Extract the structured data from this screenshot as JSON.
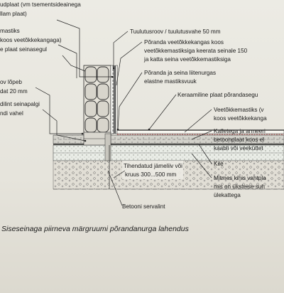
{
  "left_labels": [
    "udplaat (vm tsementsideainega",
    "llam plaat)",
    "mastiks",
    "koos veetõkkekangaga)",
    "e plaat seinasegul",
    "ov lõpeb",
    "dat 20 mm",
    "dilint seinapalgi",
    "ndi vahel"
  ],
  "right_labels": [
    "Tuulutusroov / tuulutusvahe 50 mm",
    "Põranda veetõkkekangas koos",
    "veetõkkemastiksiga keerata seinale 150",
    "ja katta seina veetõkkemastiksiga",
    "Põranda ja seina liitenurgas",
    "elastne mastiksvuuk",
    "Keraamiline plaat põrandasegu",
    "Veetõkkemastiks (v",
    "koos veetõkkekanga",
    "Kalletega ja armeeri",
    "betoonplaat koos el",
    "kaabli või veeküttet",
    "Kile",
    "Mitmes kihis vahtpla",
    "mis on üksteise suh",
    "ülekattega"
  ],
  "bottom_labels": [
    "Tihendatud jämeliiv või",
    "kruus 300...500 mm",
    "Betooni servalint"
  ],
  "caption": "Siseseinaga piirneva märgruumi põrandanurga lahendus"
}
